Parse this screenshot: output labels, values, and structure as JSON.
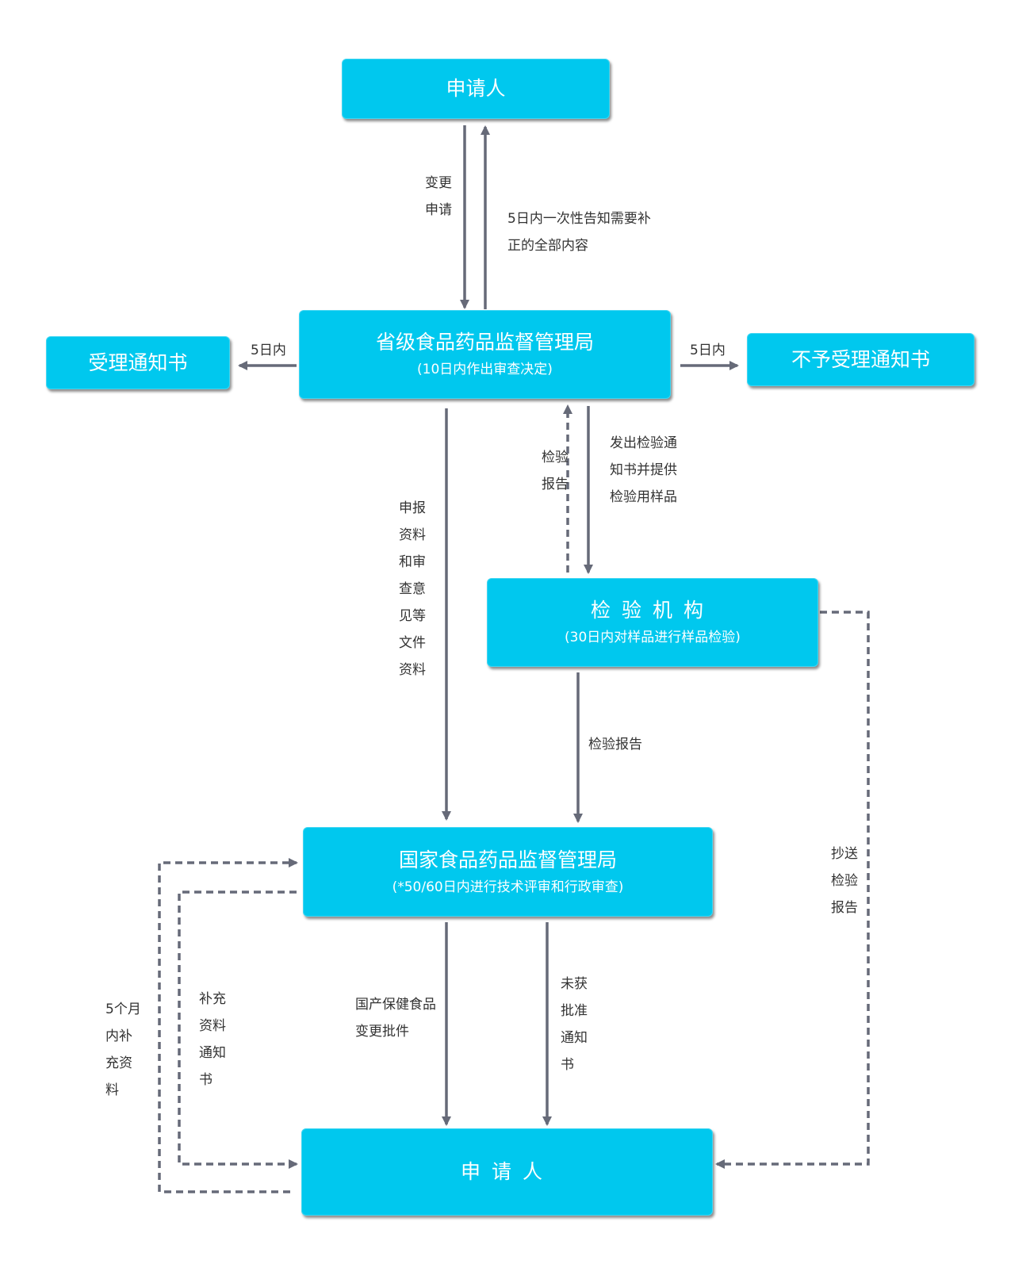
{
  "nodes": {
    "applicant_top": "申请人",
    "provincial_title": "省级食品药品监督管理局",
    "provincial_sub": "(10日内作出审查决定)",
    "accept_notice": "受理通知书",
    "reject_notice": "不予受理通知书",
    "inspection_title": "检验机构",
    "inspection_sub": "(30日内对样品进行样品检验)",
    "national_title": "国家食品药品监督管理局",
    "national_sub": "(*50/60日内进行技术评审和行政审查)",
    "applicant_bottom": "申请人"
  },
  "labels": {
    "change_request": "变更申请",
    "notify_supplement": "5日内一次性告知需要补正的全部内容",
    "left_5days": "5日内",
    "right_5days": "5日内",
    "inspection_report_up": "检验报告",
    "send_inspection": "发出检验通知书并提供检验用样品",
    "submit_docs": "申报资料和审查意见等文件资料",
    "inspection_report_down": "检验报告",
    "copy_report": "抄送检验报告",
    "supplement_5months": "5个月内补充资料",
    "supplement_notice": "补充资料通知书",
    "domestic_approval": "国产保健食品变更批件",
    "not_approved": "未获批准通知书"
  }
}
